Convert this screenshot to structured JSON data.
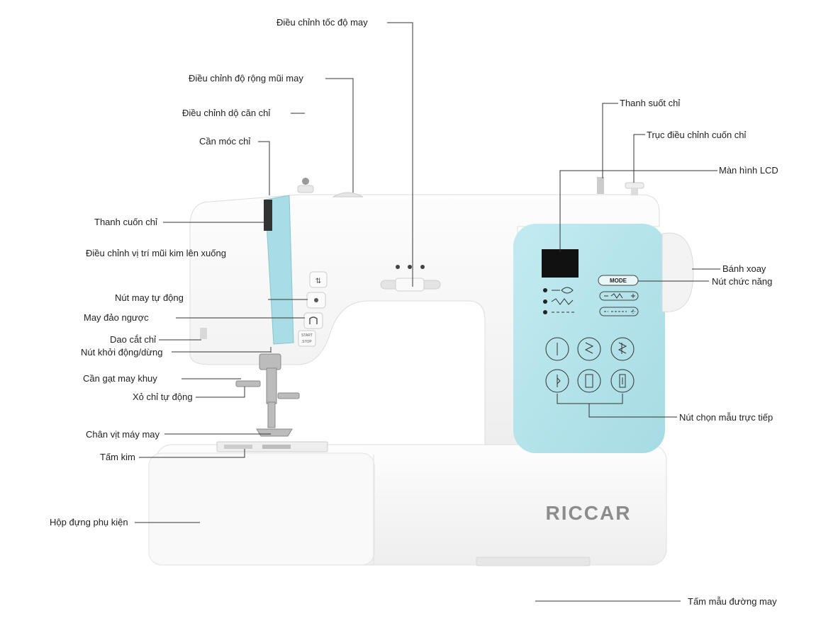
{
  "labels": {
    "speed": "Điều chỉnh tốc độ may",
    "stitch_width": "Điều chỉnh độ rộng mũi may",
    "tension": "Điều chỉnh dộ căn chỉ",
    "take_up_lever": "Cần móc chỉ",
    "thread_guide_bar": "Thanh cuốn chỉ",
    "needle_up_down": "Điều chỉnh vị trí mũi kim lên xuống",
    "auto_sew": "Nút may tự động",
    "reverse": "May đảo ngược",
    "thread_cutter": "Dao cắt chỉ",
    "start_stop": "Nút khởi động/dừng",
    "buttonhole_lever": "Cần gạt may khuy",
    "auto_threader": "Xỏ chỉ tự động",
    "presser_foot": "Chân vịt máy may",
    "needle_plate": "Tấm kim",
    "accessory_box": "Hộp đựng phụ kiện",
    "spool_pin": "Thanh suốt chỉ",
    "bobbin_winder": "Trục điều chỉnh cuốn chỉ",
    "lcd": "Màn hình LCD",
    "handwheel": "Bánh xoay",
    "function_button": "Nút chức năng",
    "direct_pattern": "Nút chọn mẫu trực tiếp",
    "stitch_chart": "Tấm mẫu đường may"
  },
  "machine": {
    "brand": "RICCAR",
    "mode_button": "MODE",
    "start_label": "START",
    "stop_label": "STOP",
    "colors": {
      "body": "#f7f7f7",
      "panel": "#b5e3ea",
      "lcd": "#111111",
      "brand_text": "#8c8c8c",
      "outline": "#dcdcdc"
    }
  },
  "icons": [
    "needle-position-icon",
    "auto-sew-icon",
    "reverse-icon",
    "straight-stitch-icon",
    "zigzag-stitch-icon",
    "triple-zigzag-icon",
    "blind-stitch-icon",
    "buttonhole-icon",
    "keyhole-icon"
  ]
}
